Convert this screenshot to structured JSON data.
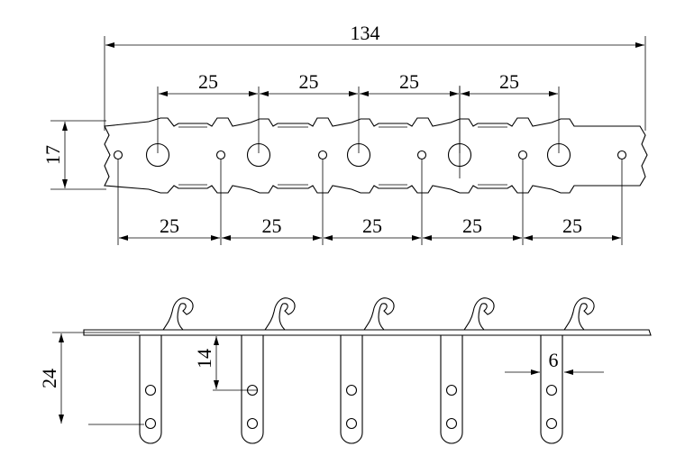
{
  "dimensions": {
    "overall_length": "134",
    "strip_width": "17",
    "top_pitch": "25",
    "bottom_pitch": "25",
    "prong_length": "24",
    "hole_offset": "14",
    "prong_width": "6"
  },
  "top_pitch_count": 4,
  "bottom_pitch_count": 5,
  "prong_count": 5,
  "colors": {
    "line": "#000000",
    "paper": "#ffffff"
  }
}
